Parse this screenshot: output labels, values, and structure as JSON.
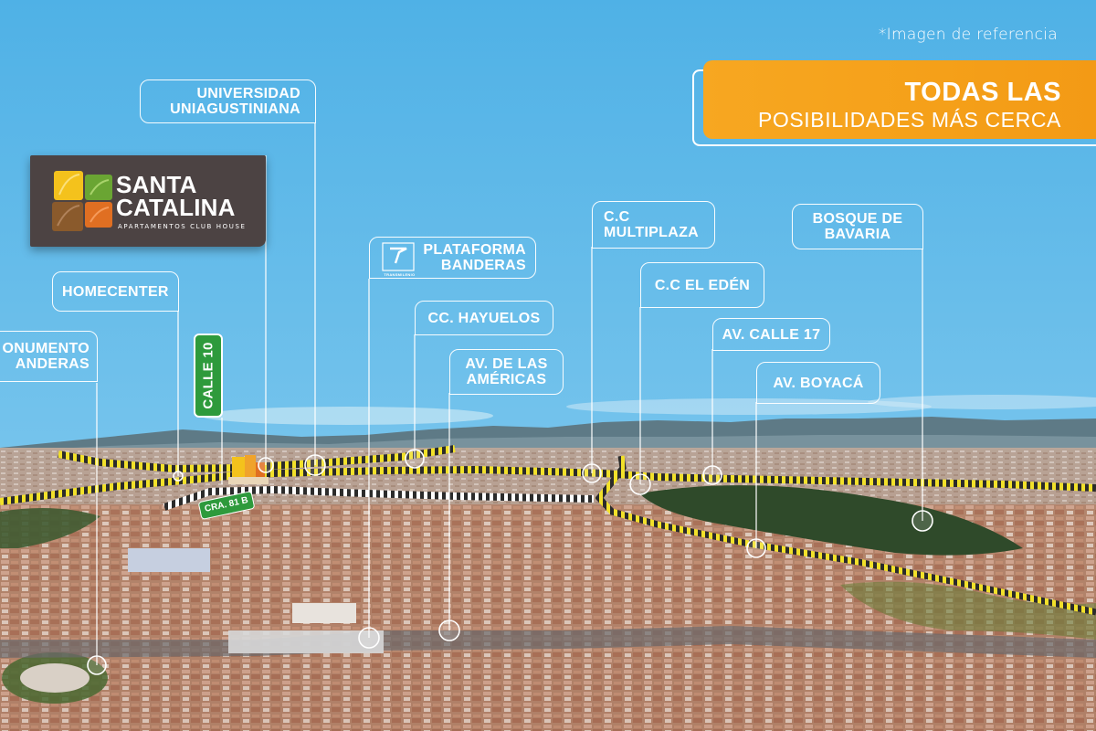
{
  "note": "*Imagen de referencia",
  "banner": {
    "line1": "TODAS LAS",
    "line2": "POSIBILIDADES MÁS CERCA",
    "color": "#f7a721"
  },
  "brand": {
    "title_line1": "SANTA",
    "title_line2": "CATALINA",
    "subtitle": "APARTAMENTOS CLUB HOUSE",
    "panel_color": "#4c4343",
    "tile_colors": [
      "#f4c21c",
      "#6aa533",
      "#8a5a2c",
      "#e06f22"
    ]
  },
  "roads": {
    "calle10": "CALLE 10",
    "cra81b": "CRA. 81 B",
    "road_color": "#2e9a3c"
  },
  "landmarks": {
    "universidad": [
      "UNIVERSIDAD",
      "UNIAGUSTINIANA"
    ],
    "homecenter": [
      "HOMECENTER"
    ],
    "monumento": [
      "ONUMENTO",
      "ANDERAS"
    ],
    "plataforma": [
      "PLATAFORMA",
      "BANDERAS"
    ],
    "transmilenio": "TRANSMILENIO",
    "hayuelos": [
      "CC. HAYUELOS"
    ],
    "americas": [
      "AV. DE LAS",
      "AMÉRICAS"
    ],
    "multiplaza": [
      "C.C",
      "MULTIPLAZA"
    ],
    "eden": [
      "C.C EL EDÉN"
    ],
    "calle17": [
      "AV. CALLE 17"
    ],
    "boyaca": [
      "AV. BOYACÁ"
    ],
    "bavaria": [
      "BOSQUE DE",
      "BAVARIA"
    ]
  }
}
